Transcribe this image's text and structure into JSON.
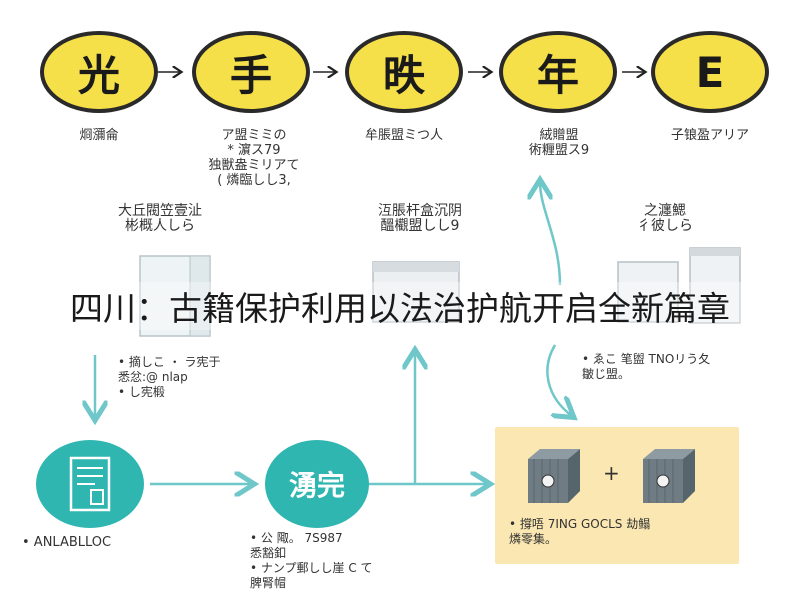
{
  "banner": {
    "text": "四川：古籍保护利用以法治护航开启全新篇章"
  },
  "steps": [
    {
      "char": "光",
      "caption": "\t\t"
    },
    {
      "char": "手",
      "caption": ""
    },
    {
      "char": "昳",
      "caption": ""
    },
    {
      "char": "年",
      "caption": ""
    },
    {
      "char": "E",
      "caption": ""
    }
  ],
  "step_captions": [
    "烱瀰侖",
    "ア盟ミミの\n* 濵ス79\n独獣盎ミリアて\n( 燐臨しし3,",
    "牟脹盟ミつ人",
    "絨贈盟\n術糎盟ス9",
    "子锒盈アリア"
  ],
  "mid_labels": [
    "大丘閥笠壹沚\n彬概人しら",
    "沍脹杆盒沉阴\n醞欟盟しし9",
    "之瀍鰓\n彳彼しら"
  ],
  "left_notes": "• 摘しこ ・ ラ宪于\n  悉忿:@ nlap\n• し宪椴",
  "right_notes": "• ゑこ 笔盥 TNOリう夂\n  皺じ盟。",
  "process": {
    "char": "湧完"
  },
  "bottom_left_label": "• ANLABLLOC",
  "bottom_mid_notes": "• 公 陬。 7S987\n  悉豁釦\n• ナンプ郵しし崖 C て\n  脾腎帽",
  "panel": {
    "plus": "+",
    "text": "• 撐唔 7ING GOCLS 劫鳎\n  燐零集。"
  },
  "colors": {
    "yellow": "#f6e04a",
    "teal": "#2fb6b0",
    "arrow": "#6fc7c9",
    "panel": "#fbe7b1"
  }
}
